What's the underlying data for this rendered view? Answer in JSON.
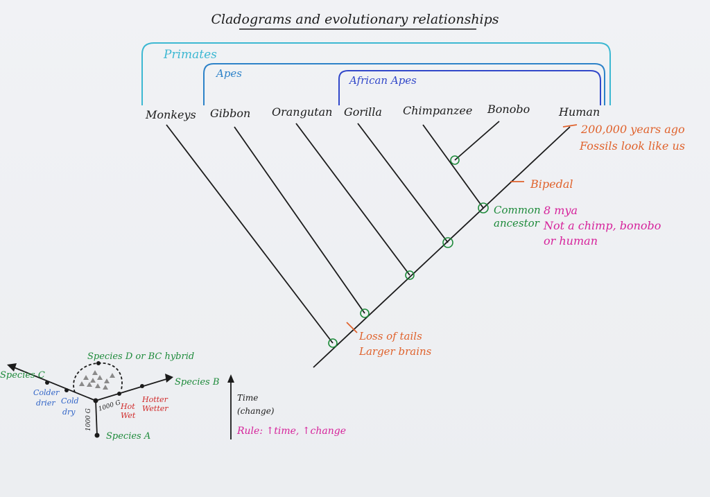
{
  "title": "Cladograms and evolutionary relationships",
  "groups": {
    "primates": "Primates",
    "apes": "Apes",
    "african_apes": "African Apes"
  },
  "taxa": [
    "Monkeys",
    "Gibbon",
    "Orangutan",
    "Gorilla",
    "Chimpanzee",
    "Bonobo",
    "Human"
  ],
  "annotations": {
    "human_age": "200,000 years ago",
    "human_fossils": "Fossils look like us",
    "bipedal": "Bipedal",
    "common_ancestor_1": "Common",
    "common_ancestor_2": "ancestor",
    "mya": "8 mya",
    "not_chimp_1": "Not a chimp, bonobo",
    "not_chimp_2": "or human",
    "tails": "Loss of tails",
    "brains": "Larger brains"
  },
  "speciation": {
    "species_a": "Species A",
    "species_b": "Species B",
    "species_c": "Species C",
    "species_d": "Species D or BC hybrid",
    "colder": "Colder",
    "drier": "drier",
    "cold": "Cold",
    "dry": "dry",
    "hot": "Hot",
    "wet": "Wet",
    "hotter": "Hotter",
    "wetter": "Wetter",
    "g1000_a": "1000 G",
    "g1000_b": "1000 G"
  },
  "time_axis": {
    "time": "Time",
    "change": "(change)",
    "rule": "Rule: ↑time, ↑change"
  },
  "colors": {
    "ink": "#1b1b1b",
    "primates": "#3cb8d2",
    "apes": "#2c82c8",
    "african_apes": "#3147c9",
    "node": "#1d8a3a",
    "orange": "#e0622c",
    "magenta": "#d6229b",
    "blue": "#2f63c7",
    "red": "#d02b2b"
  }
}
